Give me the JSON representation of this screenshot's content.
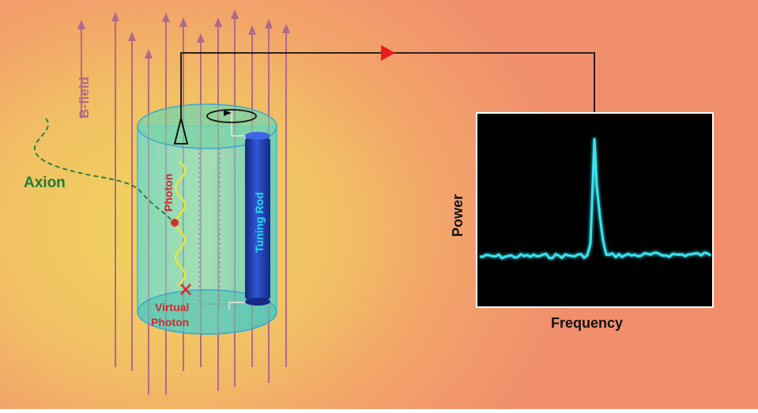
{
  "labels": {
    "b_field": "B-field",
    "axion": "Axion",
    "photon": "Photon",
    "virtual_photon_line1": "Virtual",
    "virtual_photon_line2": "Photon",
    "tuning_rod": "Tuning Rod",
    "power": "Power",
    "frequency": "Frequency"
  },
  "colors": {
    "field_lines": "#b06a8a",
    "cavity": "#5fd6c4",
    "tuning_rod": "#1f3fb8",
    "axion_path": "#1e7a3c",
    "photon_wave": "#f5e62a",
    "photon_label": "#d6262b",
    "signal_arrow": "#e81c1c",
    "spectrum_trace": "#37e3ef",
    "tuning_rod_label": "#27d9ef"
  },
  "icons": [
    "antenna-icon",
    "rotation-arrow-icon",
    "signal-direction-arrow-icon",
    "virtual-photon-cross-icon"
  ]
}
